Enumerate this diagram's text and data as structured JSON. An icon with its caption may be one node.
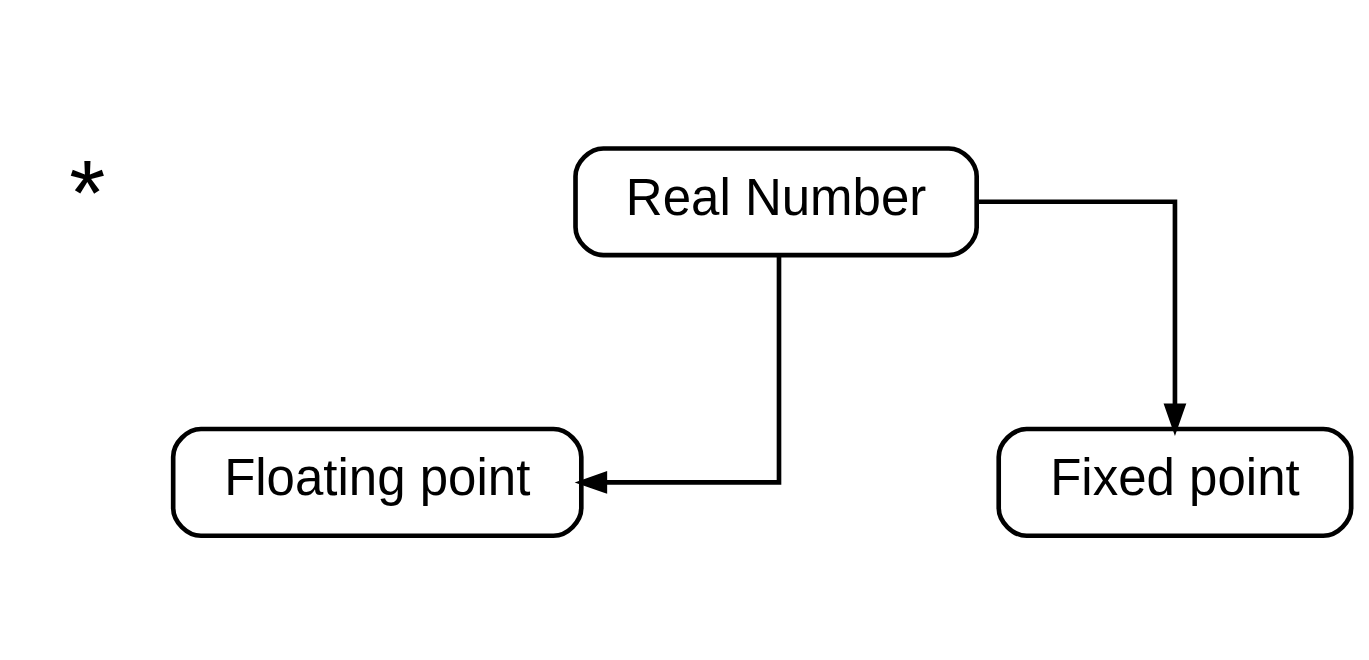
{
  "diagram": {
    "nodes": [
      {
        "text": [
          "Real Number"
        ]
      },
      {
        "text": [
          "Floating point"
        ]
      },
      {
        "text": [
          "Fixed point"
        ]
      }
    ],
    "edges": [
      {
        "from": 0,
        "to": 1,
        "arrow": "to"
      },
      {
        "from": 0,
        "to": 2,
        "arrow": "to"
      }
    ],
    "labels": [
      "*"
    ]
  }
}
